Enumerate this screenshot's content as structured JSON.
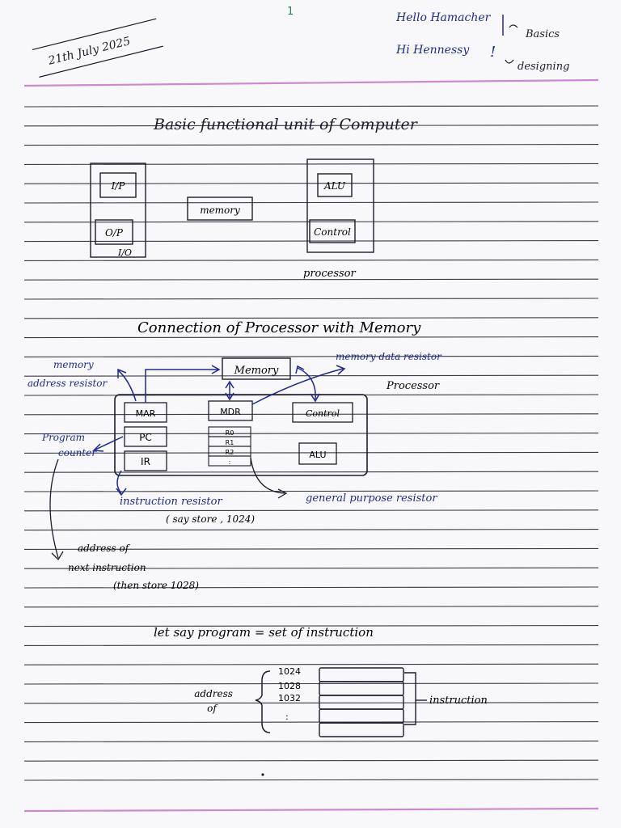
{
  "page_number": "1",
  "date": "21th July 2025",
  "greetings": {
    "line1": "Hello Hamacher",
    "line1_note": "Basics",
    "line2": "Hi Hennessy",
    "line2_note": "designing"
  },
  "section1": {
    "title": "Basic functional unit of Computer",
    "input_box": "I/P",
    "output_box": "O/P",
    "io_label": "I/O",
    "memory_box": "memory",
    "alu_box": "ALU",
    "control_box": "Control",
    "processor_label": "processor"
  },
  "section2": {
    "title": "Connection of Processor with Memory",
    "memory_box": "Memory",
    "mar": "MAR",
    "mdr": "MDR",
    "control": "Control",
    "pc": "PC",
    "ir": "IR",
    "alu": "ALU",
    "r0": "R0",
    "r1": "R1",
    "r2": "R2",
    "r_more": ":",
    "processor_label": "Processor",
    "label_memory_address": "memory address resistor",
    "label_memory_data": "memory data resistor",
    "label_program_counter": "Program counter",
    "label_instruction_register": "instruction resistor",
    "label_general_purpose": "general purpose resistor",
    "note_say_store": "( say store , 1024)",
    "note_next_address": "address of next instruction",
    "note_then_store": "(then store 1028)"
  },
  "section3": {
    "statement": "let say program = set of instruction",
    "addresses": [
      "1024",
      "1028",
      "1032",
      ":"
    ],
    "address_label": "address of",
    "instruction_label": "instruction"
  },
  "colors": {
    "ink": "#1d1d2b",
    "blue_ink": "#1f2a8c",
    "rule_line": "#3a3a44",
    "margin_pink": "#c98bd0",
    "page_number_green": "#2e7d4f"
  }
}
